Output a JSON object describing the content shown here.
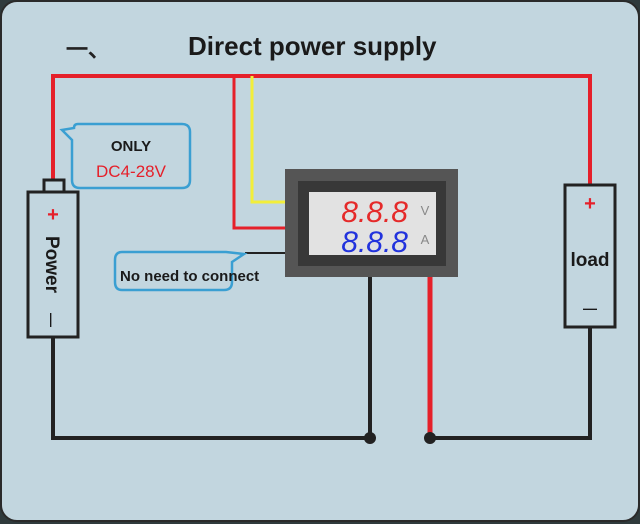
{
  "title": {
    "prefix": "一、",
    "text": "Direct  power supply"
  },
  "voltage_note": {
    "line1": "ONLY",
    "line2": "DC4-28V"
  },
  "no_connect_note": "No need to connect",
  "power": {
    "label": "Power",
    "plus": "+",
    "minus": "—"
  },
  "load": {
    "label": "load",
    "plus": "+",
    "minus": "—"
  },
  "meter": {
    "top_digits": "8.8.8",
    "top_unit": "V",
    "bottom_digits": "8.8.8",
    "bottom_unit": "A"
  },
  "colors": {
    "background": "#c2d6df",
    "red_wire": "#e5202a",
    "black_wire": "#222222",
    "yellow_wire": "#f2ee3a",
    "bubble": "#3a9fd2",
    "voltage_digits": "#e52a2a",
    "current_digits": "#2233dd"
  }
}
